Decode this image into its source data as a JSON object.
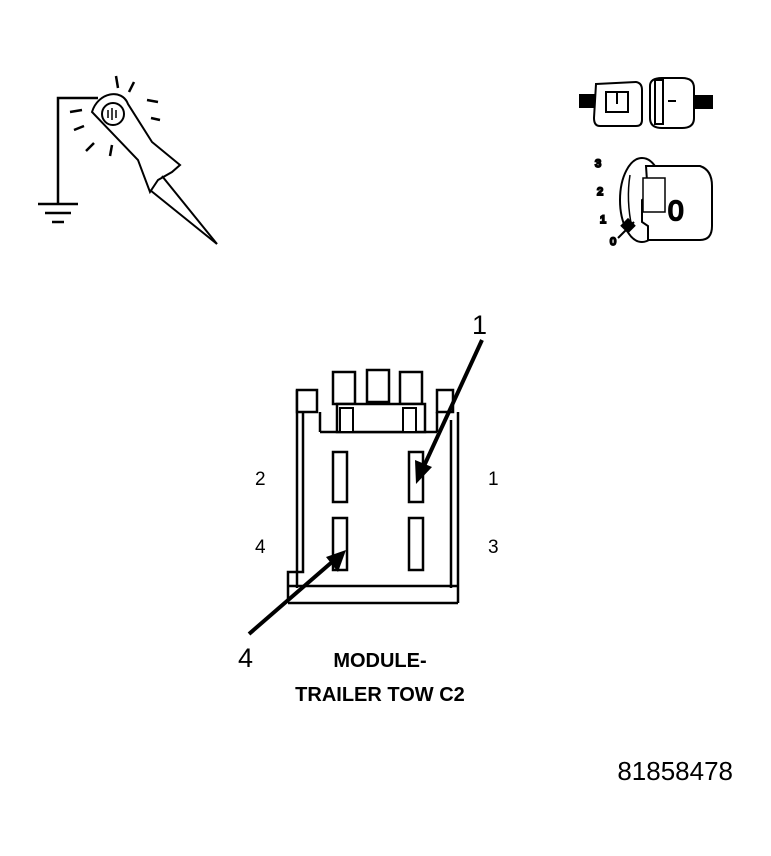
{
  "test_light_icon": {
    "name": "test-light-icon"
  },
  "ignition_key": {
    "name": "ignition-key-icon",
    "positions": [
      "3",
      "2",
      "1",
      "0"
    ],
    "key_label": "0"
  },
  "connector": {
    "pin_labels": {
      "pin1": "1",
      "pin2": "2",
      "pin3": "3",
      "pin4": "4"
    },
    "callouts": {
      "upper": "1",
      "lower": "4"
    },
    "title_line1": "MODULE-",
    "title_line2": "TRAILER TOW C2"
  },
  "figure_number": "81858478",
  "colors": {
    "ink": "#000000",
    "paper": "#ffffff"
  }
}
